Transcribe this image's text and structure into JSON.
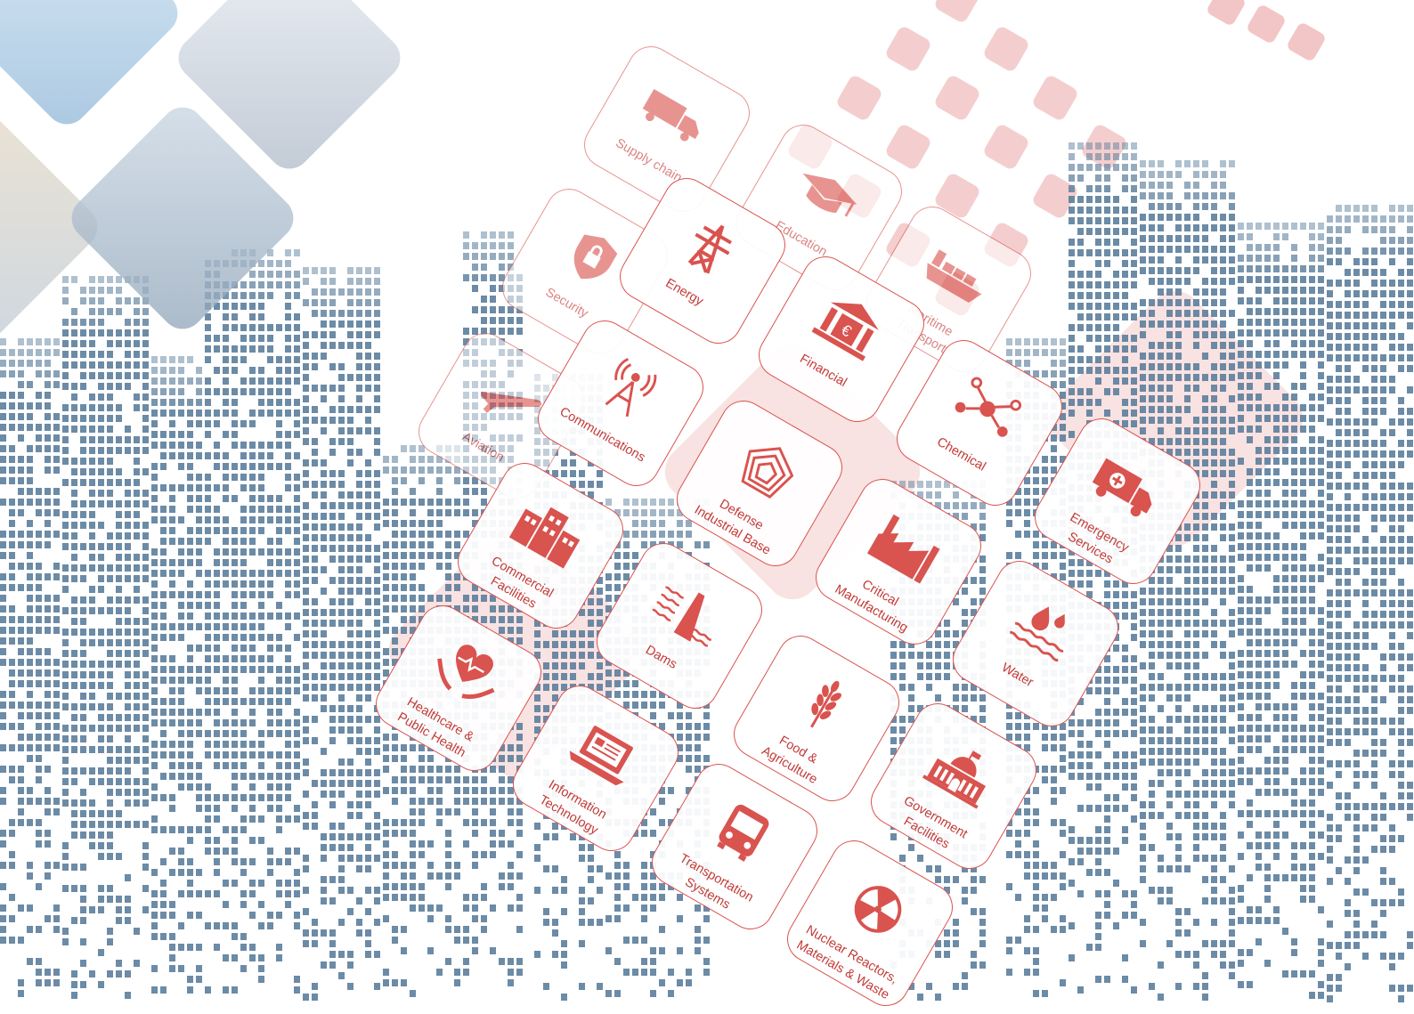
{
  "colors": {
    "accent": "#d9534f",
    "buildings": "#5c7e9c",
    "pink": "#f2c6c6"
  },
  "sectors": [
    {
      "id": "supply-chain",
      "label": "Supply chain",
      "icon": "truck-icon"
    },
    {
      "id": "education",
      "label": "Education",
      "icon": "graduation-cap-icon"
    },
    {
      "id": "security",
      "label": "Security",
      "icon": "shield-lock-icon"
    },
    {
      "id": "energy",
      "label": "Energy",
      "icon": "power-tower-icon"
    },
    {
      "id": "maritime",
      "label": "Maritime\nTransport",
      "icon": "cargo-ship-icon"
    },
    {
      "id": "financial",
      "label": "Financial",
      "icon": "bank-euro-icon"
    },
    {
      "id": "aviation",
      "label": "Aviation",
      "icon": "airplane-icon"
    },
    {
      "id": "communications",
      "label": "Communications",
      "icon": "antenna-icon"
    },
    {
      "id": "chemical",
      "label": "Chemical",
      "icon": "molecule-icon"
    },
    {
      "id": "defense",
      "label": "Defense\nIndustrial Base",
      "icon": "pentagon-icon"
    },
    {
      "id": "emergency",
      "label": "Emergency\nServices",
      "icon": "ambulance-icon"
    },
    {
      "id": "commercial",
      "label": "Commercial\nFacilities",
      "icon": "buildings-icon"
    },
    {
      "id": "manufacturing",
      "label": "Critical\nManufacturing",
      "icon": "factory-icon"
    },
    {
      "id": "dams",
      "label": "Dams",
      "icon": "dam-icon"
    },
    {
      "id": "water",
      "label": "Water",
      "icon": "water-drops-icon"
    },
    {
      "id": "healthcare",
      "label": "Healthcare &\nPublic Health",
      "icon": "heart-hands-icon"
    },
    {
      "id": "food",
      "label": "Food &\nAgriculture",
      "icon": "wheat-icon"
    },
    {
      "id": "it",
      "label": "Information\nTechnology",
      "icon": "laptop-icon"
    },
    {
      "id": "government",
      "label": "Government\nFacilities",
      "icon": "capitol-icon"
    },
    {
      "id": "transportation",
      "label": "Transportation\nSystems",
      "icon": "bus-icon"
    },
    {
      "id": "nuclear",
      "label": "Nuclear Reactors,\nMaterials & Waste",
      "icon": "radiation-icon"
    }
  ]
}
